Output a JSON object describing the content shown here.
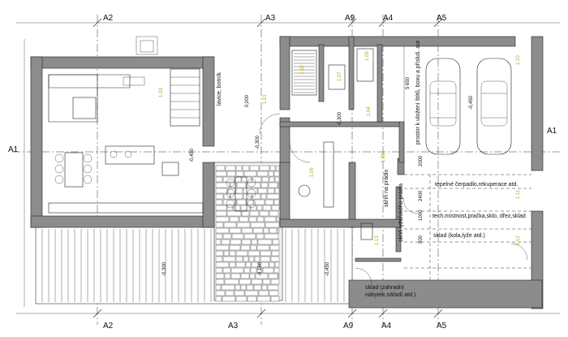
{
  "axes": {
    "top": [
      "A2",
      "A3",
      "A9",
      "A4",
      "A5"
    ],
    "bottom": [
      "A2",
      "A3",
      "A9",
      "A4",
      "A5"
    ],
    "left": "A1",
    "right": "A1"
  },
  "levels": [
    "-0,450",
    "0,000",
    "-0,300",
    "-0,300",
    "-0,450",
    "-0,300",
    "-0,150",
    "-0,450"
  ],
  "room_numbers": [
    "1.03",
    "1.01",
    "1.02",
    "1.07",
    "1.09",
    "1.04",
    "1.05",
    "1.06",
    "1.10",
    "1.11",
    "1.12",
    "1.13"
  ],
  "labels": {
    "lavice_botnik": "lavice, botník",
    "prostor": "prostor k uložení štítů, boxu a přísluš. aut",
    "ski_rack": "skříň lyžařského prádla",
    "heat_pump": "tepelné čerpadlo,rekuperace atd.",
    "tech_room": "tech.místnost,pračka,sklo, dřez,sklad",
    "storage": "sklad (kola,lyže atd.)",
    "shelves": "skříň na prádlo",
    "garden_1": "sklad (zahradní",
    "garden_2": "nábytek,nářadí atd.)"
  },
  "dimensions": {
    "d5650": "5 650",
    "d2000": "2000",
    "d1000": "1000",
    "d2400": "2400",
    "d900": "900"
  }
}
